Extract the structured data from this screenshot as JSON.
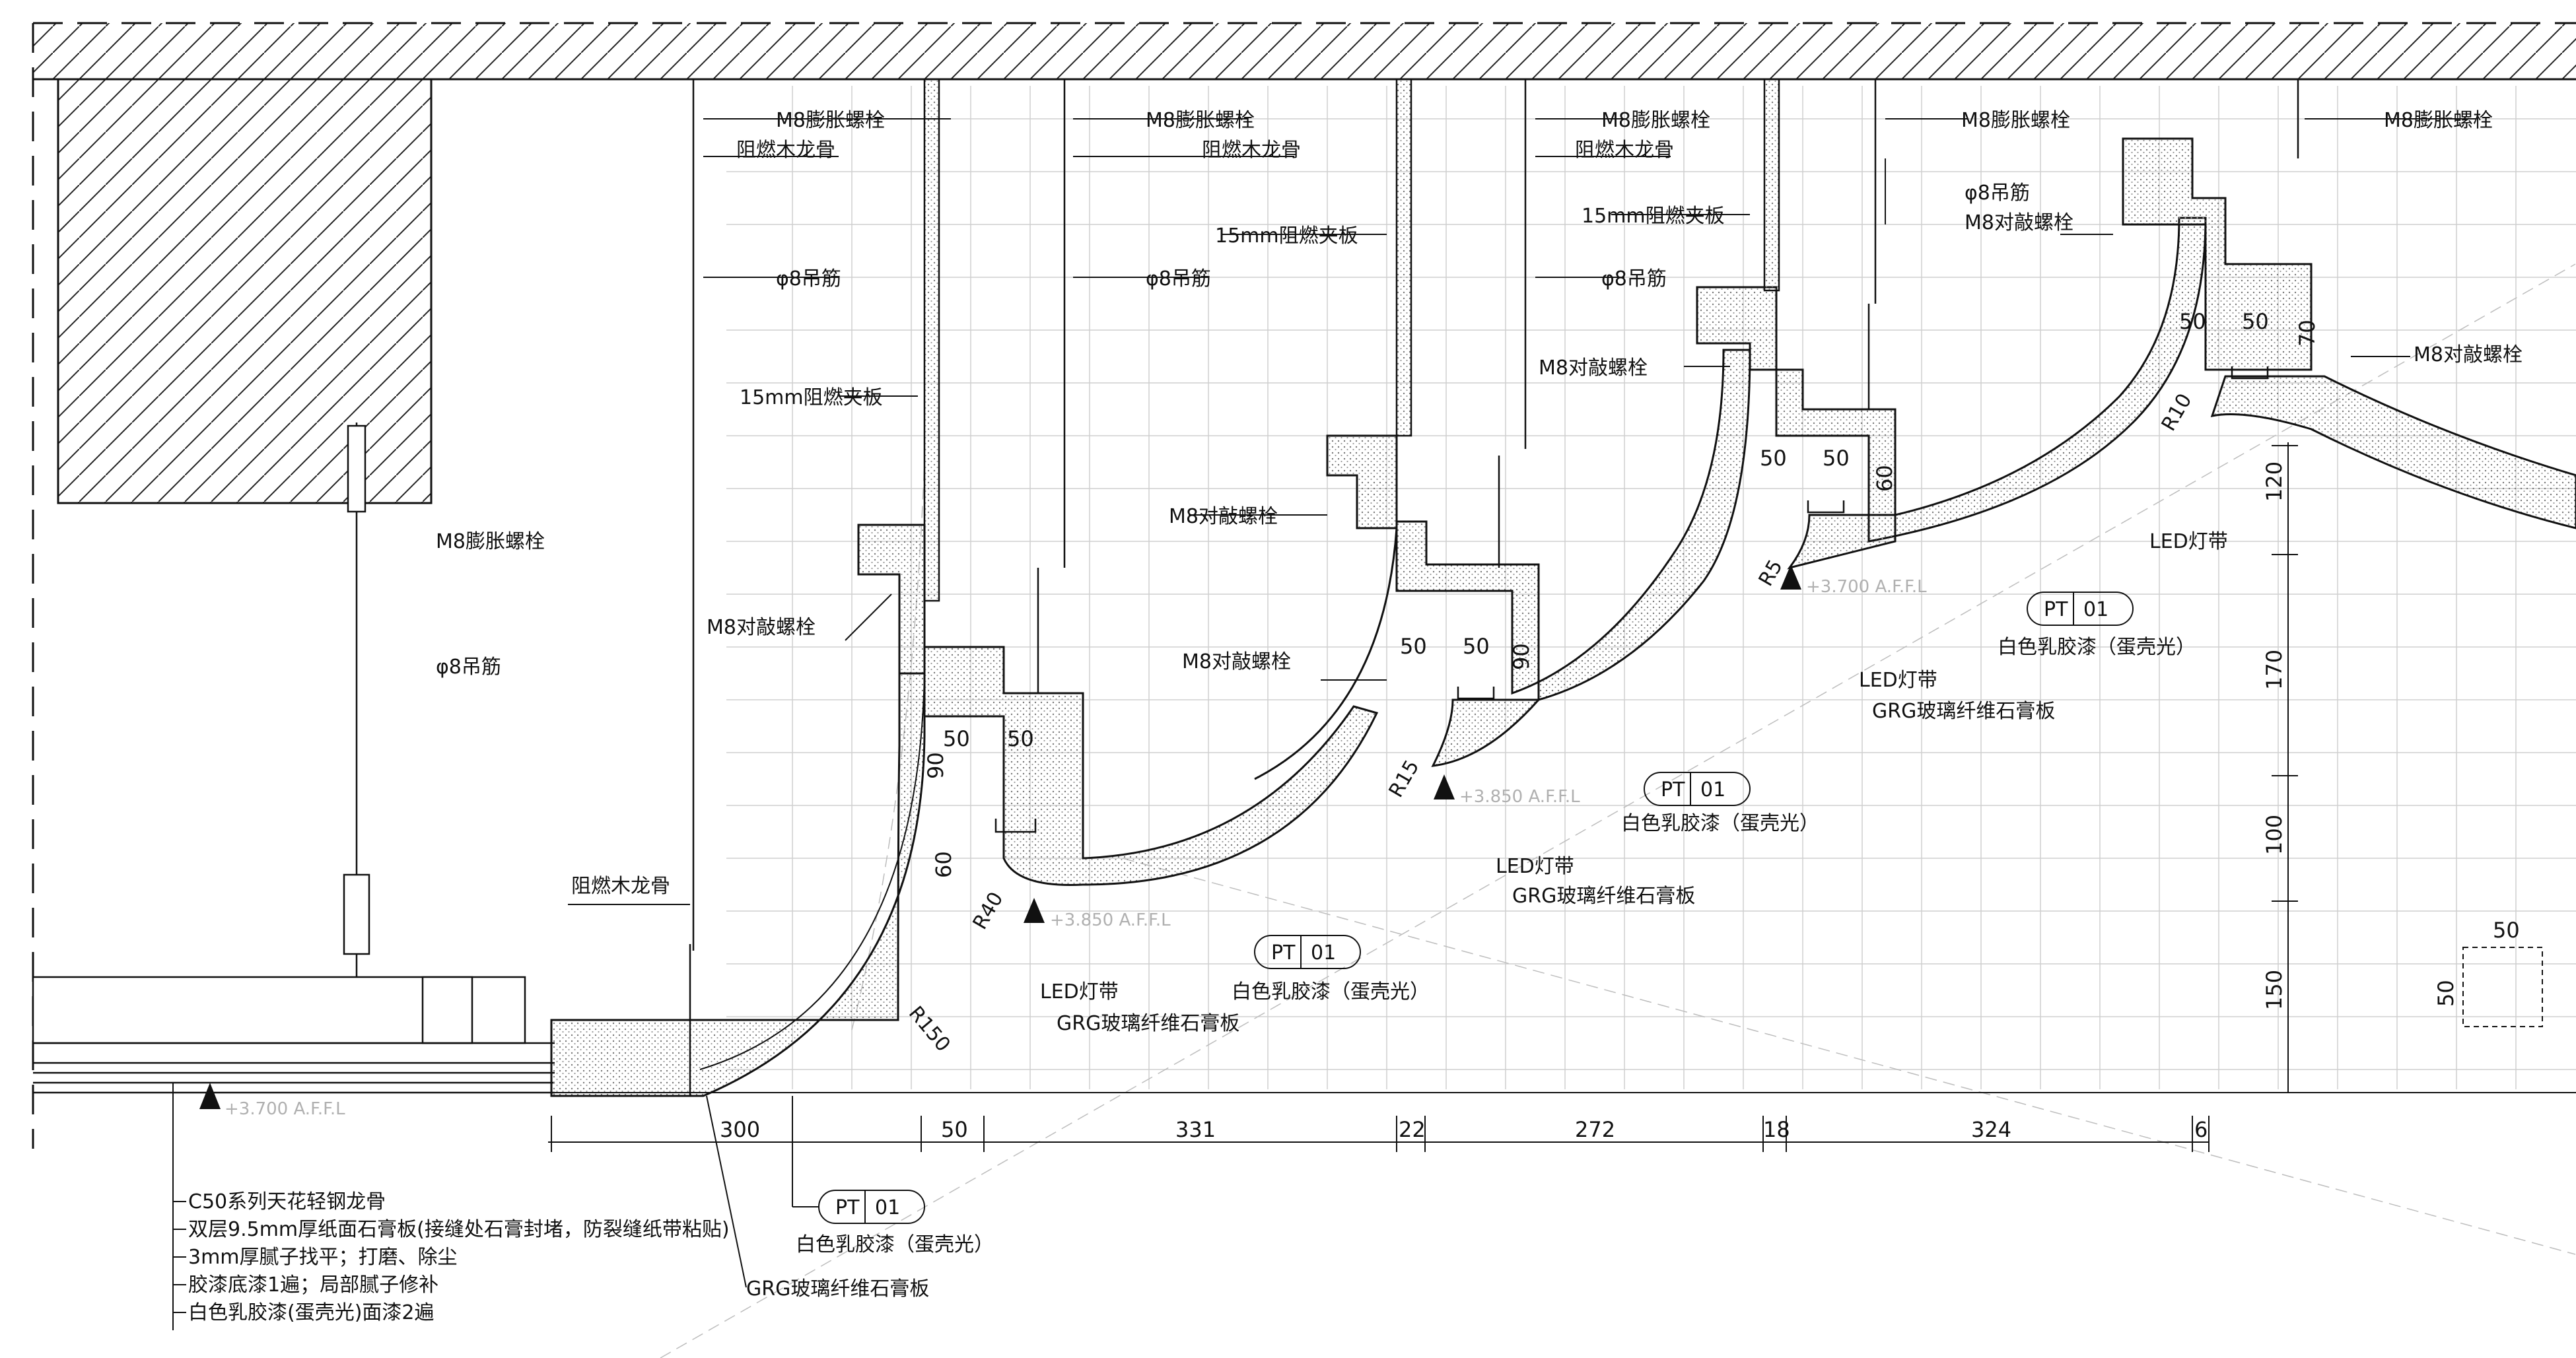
{
  "labels": {
    "m8_expansion_bolt": "M8膨胀螺栓",
    "fire_wood_keel": "阻燃木龙骨",
    "rod_phi8": "φ8吊筋",
    "plywood_15": "15mm阻燃夹板",
    "m8_through_bolt": "M8对敲螺栓",
    "led_strip": "LED灯带",
    "grg_board": "GRG玻璃纤维石膏板",
    "pt_code": "PT",
    "pt_num": "01",
    "paint_eggshell": "白色乳胶漆（蛋壳光）"
  },
  "elevations": {
    "e1": "+3.700 A.F.F.L",
    "e2": "+3.850 A.F.F.L",
    "e3": "+3.850 A.F.F.L",
    "e4": "+3.700 A.F.F.L"
  },
  "radii": {
    "r150": "R150",
    "r40": "R40",
    "r15": "R15",
    "r5": "R5",
    "r10": "R10"
  },
  "detail_dims": {
    "d50a": "50",
    "d50b": "50",
    "d90": "90",
    "d60": "60",
    "d70": "70"
  },
  "bottom_dims": [
    "300",
    "50",
    "331",
    "22",
    "272",
    "18",
    "324",
    "6"
  ],
  "right_dims": {
    "v120": "120",
    "v170": "170",
    "v100": "100",
    "v150": "150",
    "h50": "50",
    "v50": "50"
  },
  "spec_lines": [
    "C50系列天花轻钢龙骨",
    "双层9.5mm厚纸面石膏板(接缝处石膏封堵，防裂缝纸带粘贴)",
    "3mm厚腻子找平；打磨、除尘",
    "胶漆底漆1遍；局部腻子修补",
    "白色乳胶漆(蛋壳光)面漆2遍"
  ]
}
